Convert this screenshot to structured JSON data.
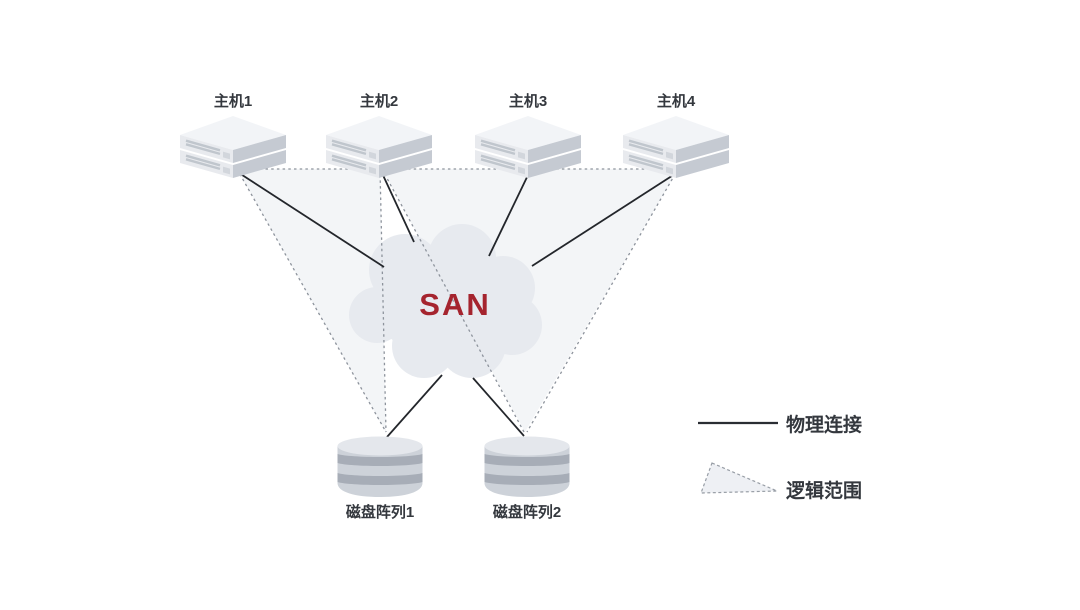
{
  "diagram": {
    "type": "san-storage-topology",
    "san_label": "SAN",
    "hosts": [
      {
        "label": "主机1"
      },
      {
        "label": "主机2"
      },
      {
        "label": "主机3"
      },
      {
        "label": "主机4"
      }
    ],
    "disk_arrays": [
      {
        "label": "磁盘阵列1"
      },
      {
        "label": "磁盘阵列2"
      }
    ],
    "connections": {
      "physical": [
        {
          "from": "主机1",
          "to": "SAN"
        },
        {
          "from": "主机2",
          "to": "SAN"
        },
        {
          "from": "主机3",
          "to": "SAN"
        },
        {
          "from": "主机4",
          "to": "SAN"
        },
        {
          "from": "SAN",
          "to": "磁盘阵列1"
        },
        {
          "from": "SAN",
          "to": "磁盘阵列2"
        }
      ],
      "logical_ranges": [
        {
          "hosts": [
            "主机1",
            "主机2"
          ],
          "disk_array": "磁盘阵列1"
        },
        {
          "hosts": [
            "主机2",
            "主机3",
            "主机4"
          ],
          "disk_array": "磁盘阵列2"
        }
      ]
    }
  },
  "legend": {
    "physical_label": "物理连接",
    "logical_label": "逻辑范围"
  },
  "colors": {
    "background": "#ffffff",
    "san_text": "#a5242e",
    "cloud_fill": "#e7eaef",
    "solid_line": "#23262b",
    "dashed_line": "#8d939c",
    "range_fill": "#f3f5f7",
    "label_text": "#34383e"
  }
}
